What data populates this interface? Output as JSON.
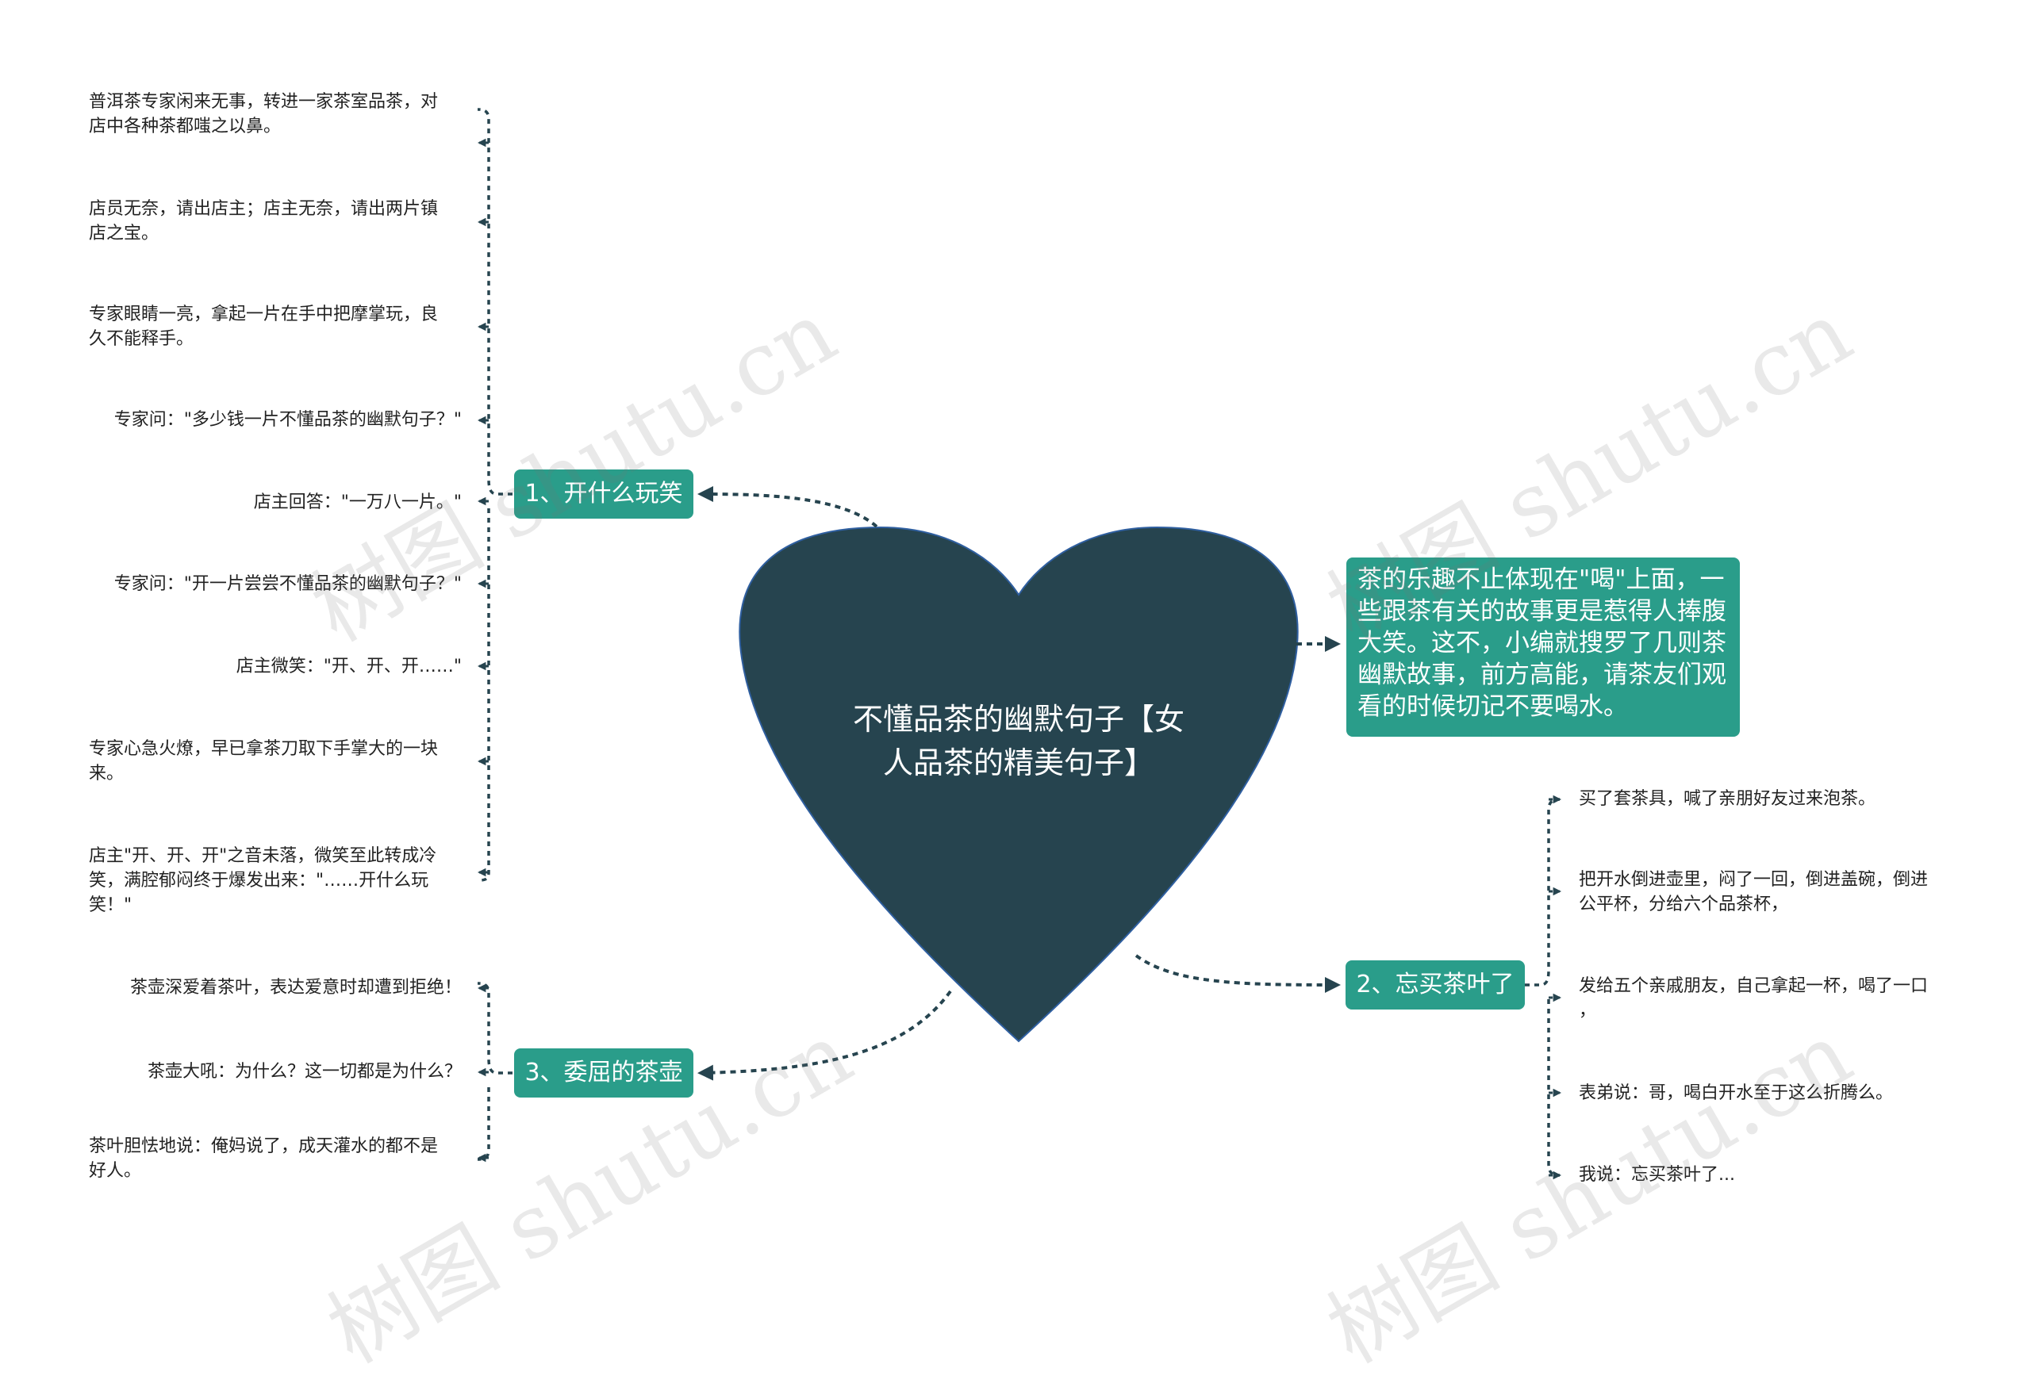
{
  "central": {
    "title_line1": "不懂品茶的幽默句子【女",
    "title_line2": "人品茶的精美句子】",
    "fill_color": "#26444f"
  },
  "accent_color": "#2a9d8a",
  "connector_color": "#26444f",
  "watermark": "树图 shutu.cn",
  "branches": [
    {
      "label": "1、开什么玩笑",
      "leaves": [
        "普洱茶专家闲来无事，转进一家茶室品茶，对\n店中各种茶都嗤之以鼻。",
        "店员无奈，请出店主；店主无奈，请出两片镇\n店之宝。",
        "专家眼睛一亮，拿起一片在手中把摩掌玩，良\n久不能释手。",
        "专家问：\"多少钱一片不懂品茶的幽默句子？\"",
        "店主回答：\"一万八一片。\"",
        "专家问：\"开一片尝尝不懂品茶的幽默句子？\"",
        "店主微笑：\"开、开、开……\"",
        "专家心急火燎，早已拿茶刀取下手掌大的一块\n来。",
        "店主\"开、开、开\"之音未落，微笑至此转成冷\n笑，满腔郁闷终于爆发出来：\"……开什么玩\n笑！\""
      ]
    },
    {
      "label": "2、忘买茶叶了",
      "leaves": [
        "买了套茶具，喊了亲朋好友过来泡茶。",
        "把开水倒进壶里，闷了一回，倒进盖碗，倒进\n公平杯，分给六个品茶杯，",
        "发给五个亲戚朋友，自己拿起一杯，喝了一口\n，",
        "表弟说：哥，喝白开水至于这么折腾么。",
        "我说：忘买茶叶了..."
      ]
    },
    {
      "label": "3、委屈的茶壶",
      "leaves": [
        "茶壶深爱着茶叶，表达爱意时却遭到拒绝！",
        "茶壶大吼：为什么？这一切都是为什么？",
        "茶叶胆怯地说：俺妈说了，成天灌水的都不是\n好人。"
      ]
    }
  ],
  "description": "茶的乐趣不止体现在\"喝\"上面，一些跟茶有关的故事更是惹得人捧腹大笑。这不，小编就搜罗了几则茶幽默故事，前方高能，请茶友们观看的时候切记不要喝水。"
}
